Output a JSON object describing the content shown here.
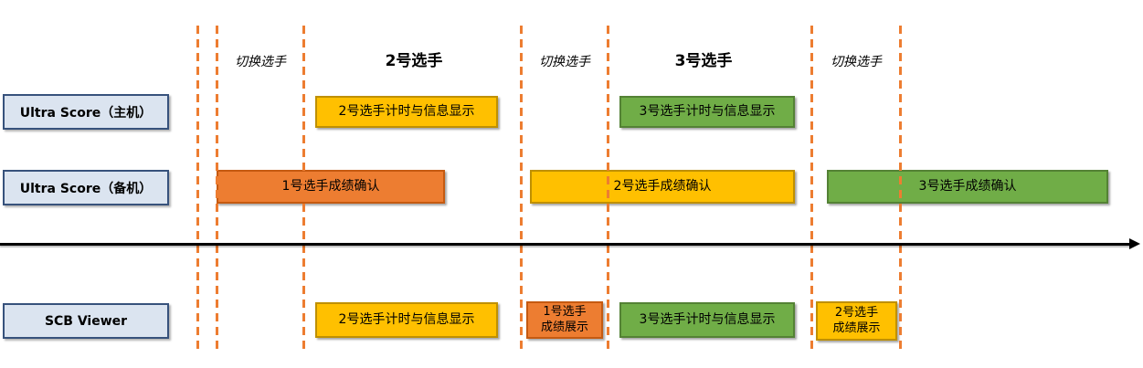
{
  "lanes": [
    {
      "label": "Ultra Score（主机）"
    },
    {
      "label": "Ultra Score（备机）"
    },
    {
      "label": "SCB Viewer"
    }
  ],
  "phases": [
    {
      "label": "切换选手"
    },
    {
      "label": "2号选手"
    },
    {
      "label": "切换选手"
    },
    {
      "label": "3号选手"
    },
    {
      "label": "切换选手"
    }
  ],
  "boxes": {
    "main_player2_timing": "2号选手计时与信息显示",
    "main_player3_timing": "3号选手计时与信息显示",
    "backup_player1_confirm": "1号选手成绩确认",
    "backup_player2_confirm": "2号选手成绩确认",
    "backup_player3_confirm": "3号选手成绩确认",
    "viewer_player2_timing": "2号选手计时与信息显示",
    "viewer_player1_show": [
      "1号选手",
      "成绩展示"
    ],
    "viewer_player3_timing": "3号选手计时与信息显示",
    "viewer_player2_show": [
      "2号选手",
      "成绩展示"
    ]
  },
  "colors": {
    "yellow_fill": "#FFC000",
    "yellow_border": "#BF9000",
    "orange_fill": "#ED7D31",
    "orange_border": "#C55A11",
    "green_fill": "#70AD47",
    "green_border": "#548235",
    "lane_fill": "#DBE4F0",
    "lane_border": "#37527C",
    "dashed_line": "#ED7D31",
    "axis": "#000000"
  }
}
